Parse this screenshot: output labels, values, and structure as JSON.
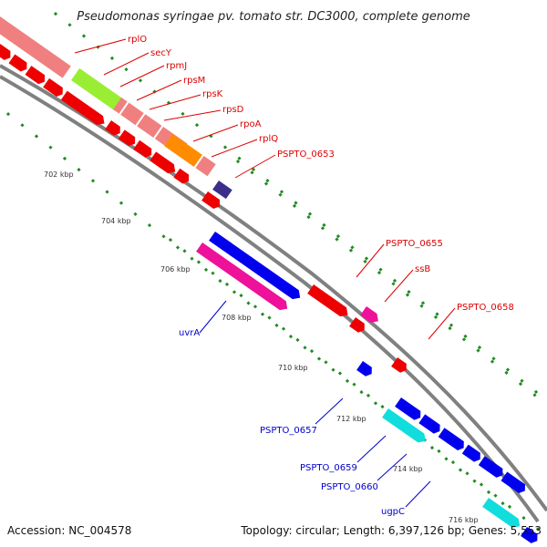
{
  "title": "Pseudomonas syringae pv. tomato str. DC3000, complete genome",
  "footer": {
    "accession": "Accession: NC_004578",
    "summary": "Topology: circular; Length: 6,397,126 bp; Genes: 5,553"
  },
  "kbp_ticks": [
    "702 kbp",
    "704 kbp",
    "706 kbp",
    "708 kbp",
    "710 kbp",
    "712 kbp",
    "714 kbp",
    "716 kbp"
  ],
  "labels": {
    "red": [
      "rplO",
      "secY",
      "rpmJ",
      "rpsM",
      "rpsK",
      "rpsD",
      "rpoA",
      "rplQ",
      "PSPTO_0653",
      "PSPTO_0655",
      "ssB",
      "PSPTO_0658"
    ],
    "blue": [
      "uvrA",
      "PSPTO_0657",
      "PSPTO_0659",
      "PSPTO_0660",
      "ugpC"
    ]
  },
  "colors": {
    "red_label": "#dd0000",
    "blue_label": "#0000cc",
    "backbone": "#808080",
    "tick_dots": "#228b22",
    "gene_red": "#ee0000",
    "gene_pink": "#f08080",
    "gene_green": "#99ee33",
    "gene_orange": "#ff8c00",
    "gene_purple": "#3b2f8a",
    "gene_blue": "#0000ee",
    "gene_magenta": "#ee1199",
    "gene_cyan": "#11dddd"
  }
}
